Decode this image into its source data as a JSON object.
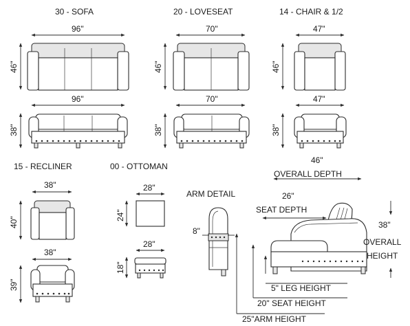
{
  "titles": {
    "sofa": "30 - SOFA",
    "loveseat": "20 - LOVESEAT",
    "chair": "14 - CHAIR & 1/2",
    "recliner": "15 - RECLINER",
    "ottoman": "00 - OTTOMAN",
    "arm_detail": "ARM DETAIL"
  },
  "dims": {
    "sofa_top_w": "96\"",
    "sofa_top_h": "46\"",
    "sofa_front_w": "96\"",
    "sofa_front_h": "38\"",
    "love_top_w": "70\"",
    "love_top_h": "46\"",
    "love_front_w": "70\"",
    "love_front_h": "38\"",
    "chair_top_w": "47\"",
    "chair_top_h": "46\"",
    "chair_front_w": "47\"",
    "chair_front_h": "38\"",
    "rec_top_w": "38\"",
    "rec_top_h": "40\"",
    "rec_front_w": "38\"",
    "rec_front_h": "39\"",
    "ott_top_w": "28\"",
    "ott_top_h": "24\"",
    "ott_front_w": "28\"",
    "ott_front_h": "18\"",
    "arm_w": "8\""
  },
  "profile": {
    "overall_depth_val": "46\"",
    "overall_depth_label": "OVERALL DEPTH",
    "seat_depth_val": "26\"",
    "seat_depth_label": "SEAT DEPTH",
    "overall_height_val": "38\"",
    "overall_height_l1": "OVERALL",
    "overall_height_l2": "HEIGHT",
    "leg_height": "5\" LEG HEIGHT",
    "seat_height": "20\" SEAT HEIGHT",
    "arm_height": "25\"ARM HEIGHT"
  }
}
